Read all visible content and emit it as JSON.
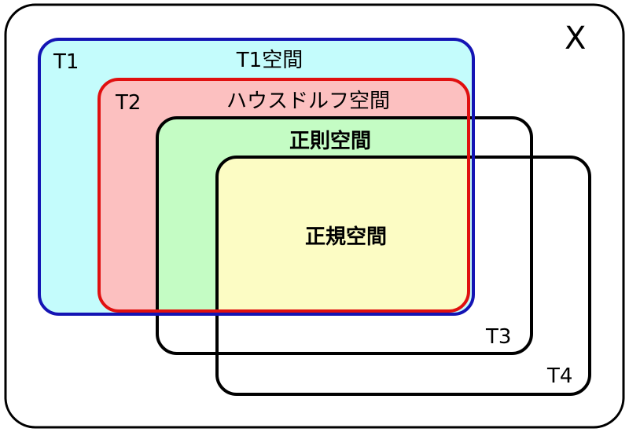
{
  "universe": {
    "label": "X"
  },
  "sets": [
    {
      "id": "t1",
      "label": "T1",
      "region_name": "T1空間",
      "fill": "#c4fcfc",
      "stroke": "#1414b4"
    },
    {
      "id": "t2",
      "label": "T2",
      "region_name": "ハウスドルフ空間",
      "fill": "#fcc0c0",
      "stroke": "#e01010"
    },
    {
      "id": "t3",
      "label": "T3",
      "region_name": "正則空間",
      "fill": "#c4fcc4",
      "stroke": "#000000"
    },
    {
      "id": "t4",
      "label": "T4",
      "region_name": "",
      "stroke": "#000000"
    }
  ],
  "intersection": {
    "region_name": "正規空間",
    "fill": "#fcfcc4"
  }
}
